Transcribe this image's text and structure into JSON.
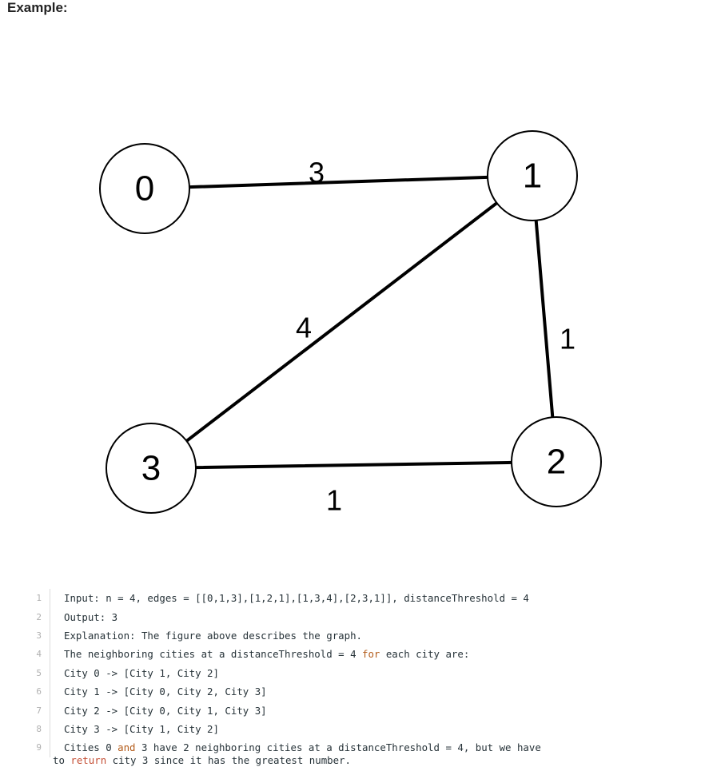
{
  "heading": "Example:",
  "graph": {
    "nodes": [
      {
        "id": "0",
        "label": "0"
      },
      {
        "id": "1",
        "label": "1"
      },
      {
        "id": "2",
        "label": "2"
      },
      {
        "id": "3",
        "label": "3"
      }
    ],
    "edges": [
      {
        "from": "0",
        "to": "1",
        "weight": "3"
      },
      {
        "from": "1",
        "to": "3",
        "weight": "4"
      },
      {
        "from": "1",
        "to": "2",
        "weight": "1"
      },
      {
        "from": "3",
        "to": "2",
        "weight": "1"
      }
    ]
  },
  "code": {
    "line_numbers": [
      "1",
      "2",
      "3",
      "4",
      "5",
      "6",
      "7",
      "8",
      "9"
    ],
    "line1": "Input: n = 4, edges = [[0,1,3],[1,2,1],[1,3,4],[2,3,1]], distanceThreshold = 4",
    "line2": "Output: 3",
    "line3": "Explanation: The figure above describes the graph.",
    "line4_a": "The neighboring cities at a distanceThreshold = 4 ",
    "line4_kw": "for",
    "line4_b": " each city are:",
    "line5": "City 0 -> [City 1, City 2]",
    "line6": "City 1 -> [City 0, City 2, City 3]",
    "line7": "City 2 -> [City 0, City 1, City 3]",
    "line8": "City 3 -> [City 1, City 2]",
    "line9_a": "Cities 0 ",
    "line9_kw": "and",
    "line9_b": " 3 have 2 neighboring cities at a distanceThreshold = 4, but we have",
    "line9_wrap_a": "to ",
    "line9_wrap_kw": "return",
    "line9_wrap_b": " city 3 since it has the greatest number."
  }
}
